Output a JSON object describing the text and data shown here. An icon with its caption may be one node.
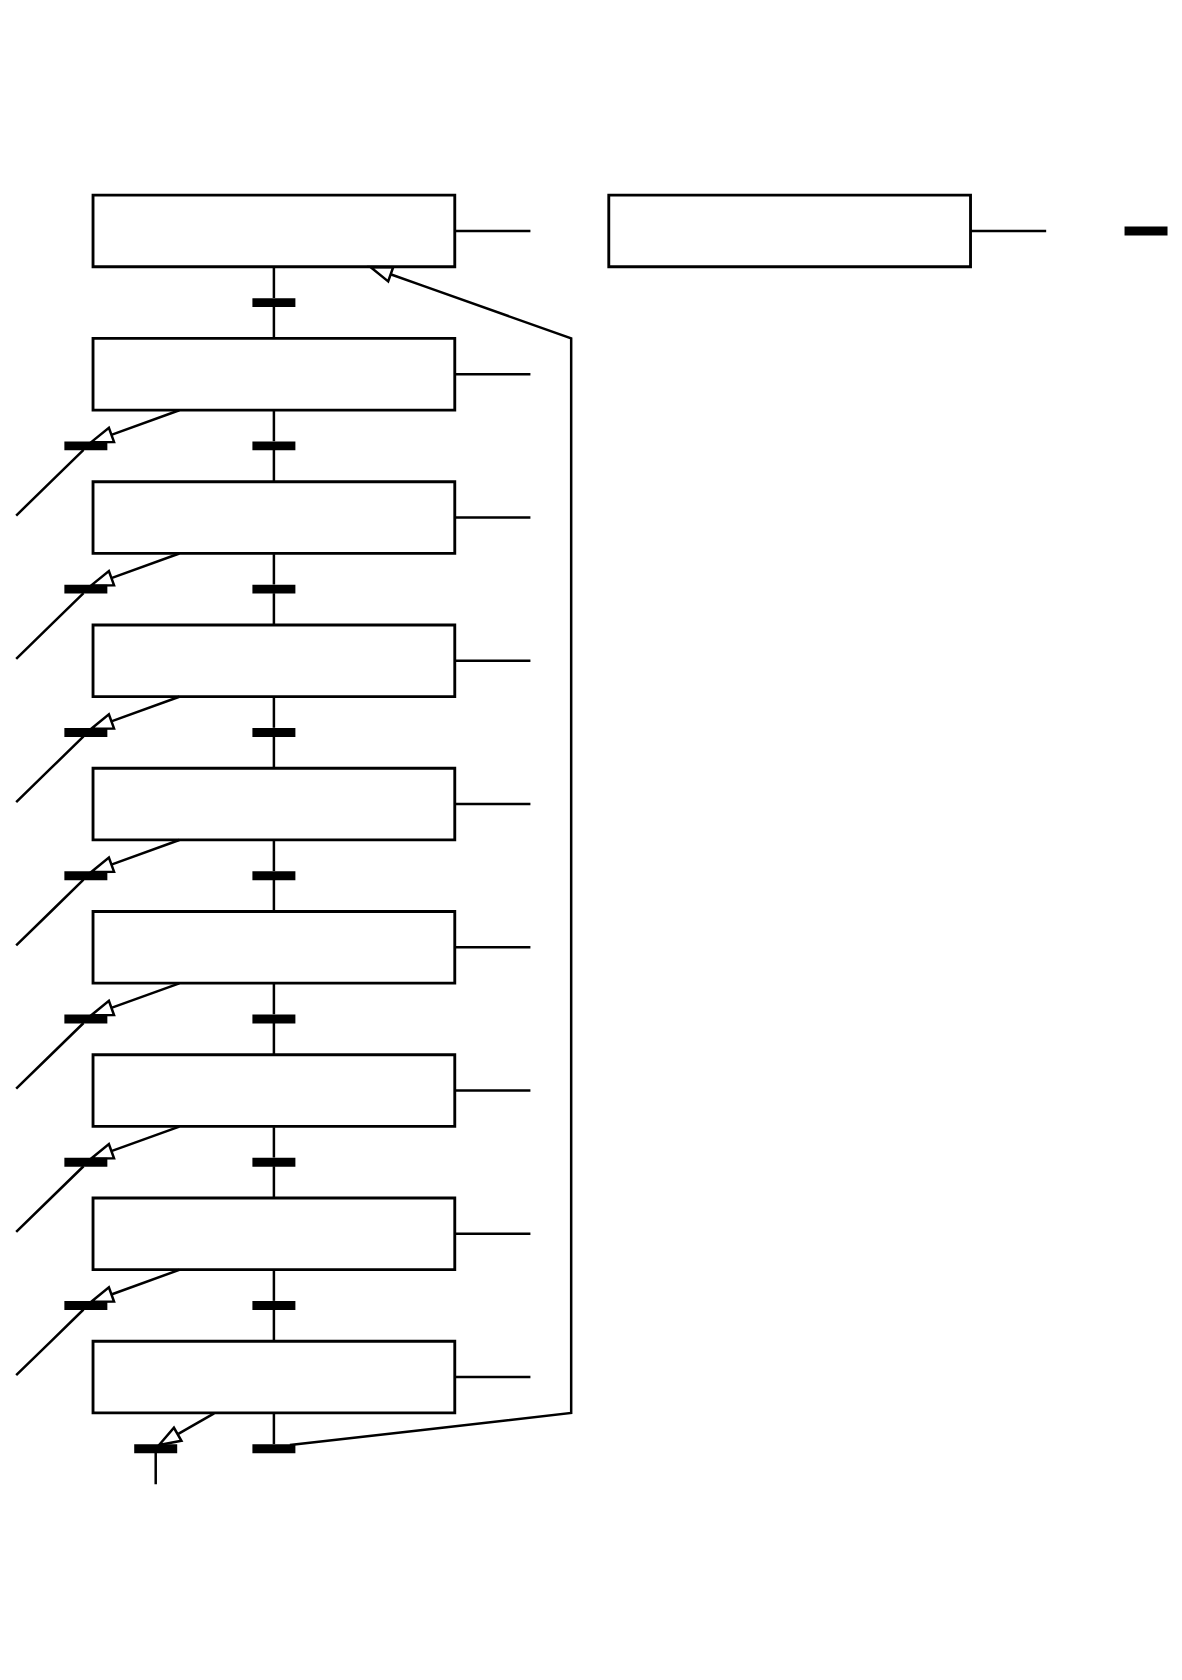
{
  "diagram": {
    "nodes": [
      {
        "text": [],
        "shape": "box"
      },
      {
        "text": [],
        "shape": "bar"
      },
      {
        "text": [],
        "shape": "box"
      },
      {
        "text": [],
        "shape": "bar"
      },
      {
        "text": [],
        "shape": "bar"
      },
      {
        "text": [],
        "shape": "box"
      },
      {
        "text": [],
        "shape": "bar"
      },
      {
        "text": [],
        "shape": "bar"
      },
      {
        "text": [],
        "shape": "box"
      },
      {
        "text": [],
        "shape": "bar"
      },
      {
        "text": [],
        "shape": "bar"
      },
      {
        "text": [],
        "shape": "box"
      },
      {
        "text": [],
        "shape": "bar"
      },
      {
        "text": [],
        "shape": "bar"
      },
      {
        "text": [],
        "shape": "box"
      },
      {
        "text": [],
        "shape": "bar"
      },
      {
        "text": [],
        "shape": "bar"
      },
      {
        "text": [],
        "shape": "box"
      },
      {
        "text": [],
        "shape": "bar"
      },
      {
        "text": [],
        "shape": "bar"
      },
      {
        "text": [],
        "shape": "box"
      },
      {
        "text": [],
        "shape": "bar"
      },
      {
        "text": [],
        "shape": "bar"
      },
      {
        "text": [],
        "shape": "box"
      },
      {
        "text": [],
        "shape": "bar"
      },
      {
        "text": [],
        "shape": "bar"
      },
      {
        "text": [],
        "shape": "box"
      },
      {
        "text": [],
        "shape": "bar"
      }
    ],
    "edges": [
      {
        "from": 0,
        "to": 1,
        "arrow": "none"
      },
      {
        "from": 1,
        "to": 2,
        "arrow": "none"
      },
      {
        "from": 2,
        "to": 3,
        "arrow": "to"
      },
      {
        "from": 2,
        "to": 4,
        "arrow": "none"
      },
      {
        "from": 4,
        "to": 5,
        "arrow": "none"
      },
      {
        "from": 5,
        "to": 6,
        "arrow": "to"
      },
      {
        "from": 5,
        "to": 7,
        "arrow": "none"
      },
      {
        "from": 7,
        "to": 8,
        "arrow": "none"
      },
      {
        "from": 8,
        "to": 9,
        "arrow": "to"
      },
      {
        "from": 8,
        "to": 10,
        "arrow": "none"
      },
      {
        "from": 10,
        "to": 11,
        "arrow": "none"
      },
      {
        "from": 11,
        "to": 12,
        "arrow": "to"
      },
      {
        "from": 11,
        "to": 13,
        "arrow": "none"
      },
      {
        "from": 13,
        "to": 14,
        "arrow": "none"
      },
      {
        "from": 14,
        "to": 15,
        "arrow": "to"
      },
      {
        "from": 14,
        "to": 16,
        "arrow": "none"
      },
      {
        "from": 16,
        "to": 17,
        "arrow": "none"
      },
      {
        "from": 17,
        "to": 18,
        "arrow": "to"
      },
      {
        "from": 17,
        "to": 19,
        "arrow": "none"
      },
      {
        "from": 19,
        "to": 20,
        "arrow": "none"
      },
      {
        "from": 20,
        "to": 21,
        "arrow": "to"
      },
      {
        "from": 20,
        "to": 22,
        "arrow": "none"
      },
      {
        "from": 22,
        "to": 23,
        "arrow": "none"
      },
      {
        "from": 23,
        "to": 24,
        "arrow": "to"
      },
      {
        "from": 23,
        "to": 25,
        "arrow": "none"
      },
      {
        "from": 25,
        "to": 0,
        "arrow": "to"
      },
      {
        "from": 3,
        "to": null,
        "arrow": "none"
      },
      {
        "from": 6,
        "to": null,
        "arrow": "none"
      },
      {
        "from": 9,
        "to": null,
        "arrow": "none"
      },
      {
        "from": 12,
        "to": null,
        "arrow": "none"
      },
      {
        "from": 15,
        "to": null,
        "arrow": "none"
      },
      {
        "from": 18,
        "to": null,
        "arrow": "none"
      },
      {
        "from": 21,
        "to": null,
        "arrow": "none"
      },
      {
        "from": 24,
        "to": null,
        "arrow": "none"
      },
      {
        "from": 0,
        "to": null,
        "arrow": "none"
      },
      {
        "from": 2,
        "to": null,
        "arrow": "none"
      },
      {
        "from": 5,
        "to": null,
        "arrow": "none"
      },
      {
        "from": 8,
        "to": null,
        "arrow": "none"
      },
      {
        "from": 11,
        "to": null,
        "arrow": "none"
      },
      {
        "from": 14,
        "to": null,
        "arrow": "none"
      },
      {
        "from": 17,
        "to": null,
        "arrow": "none"
      },
      {
        "from": 20,
        "to": null,
        "arrow": "none"
      },
      {
        "from": 23,
        "to": null,
        "arrow": "none"
      },
      {
        "from": 26,
        "to": null,
        "arrow": "none"
      }
    ]
  }
}
